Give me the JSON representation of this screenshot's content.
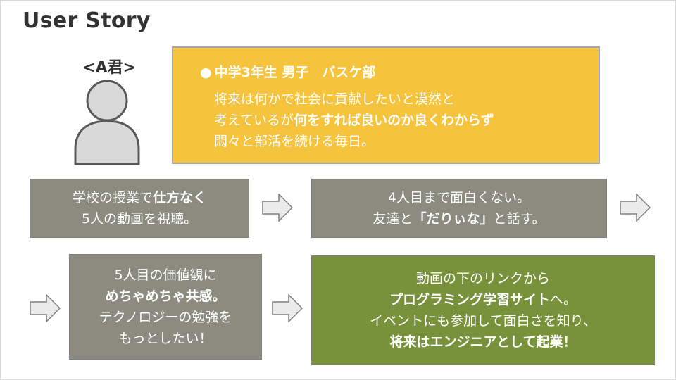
{
  "title": "User Story",
  "persona": {
    "label": "<A君>",
    "icon": "person-icon"
  },
  "profile": {
    "bullet": "●",
    "headline": "中学3年生 男子　バスケ部",
    "line1": "将来は何かで社会に貢献したいと漠然と",
    "line2_normal": "考えているが",
    "line2_bold": "何をすれば良いのか良くわからず",
    "line3": "悶々と部活を続ける毎日。"
  },
  "steps": [
    {
      "line1_normal": "学校の授業で",
      "line1_bold": "仕方なく",
      "line2": "5人の動画を視聴。"
    },
    {
      "line1": "4人目まで面白くない。",
      "line2_normal_a": "友達と",
      "line2_bold": "「だりぃな」",
      "line2_normal_b": "と話す。"
    },
    {
      "line1": "5人目の価値観に",
      "line2_bold": "めちゃめちゃ共感。",
      "line3": "テクノロジーの勉強を",
      "line4": "もっとしたい！"
    },
    {
      "line1": "動画の下のリンクから",
      "line2_bold": "プログラミング学習サイト",
      "line2_normal": "へ。",
      "line3": "イベントにも参加して面白さを知り、",
      "line4_bold": "将来はエンジニアとして起業！"
    }
  ],
  "colors": {
    "profile_bg": "#f6c33c",
    "step_gray": "#8b8b7f",
    "step_green": "#78923c",
    "arrow_fill": "#ebebeb",
    "arrow_stroke": "#7f7f7f"
  },
  "arrow_icon": "right-arrow-icon"
}
